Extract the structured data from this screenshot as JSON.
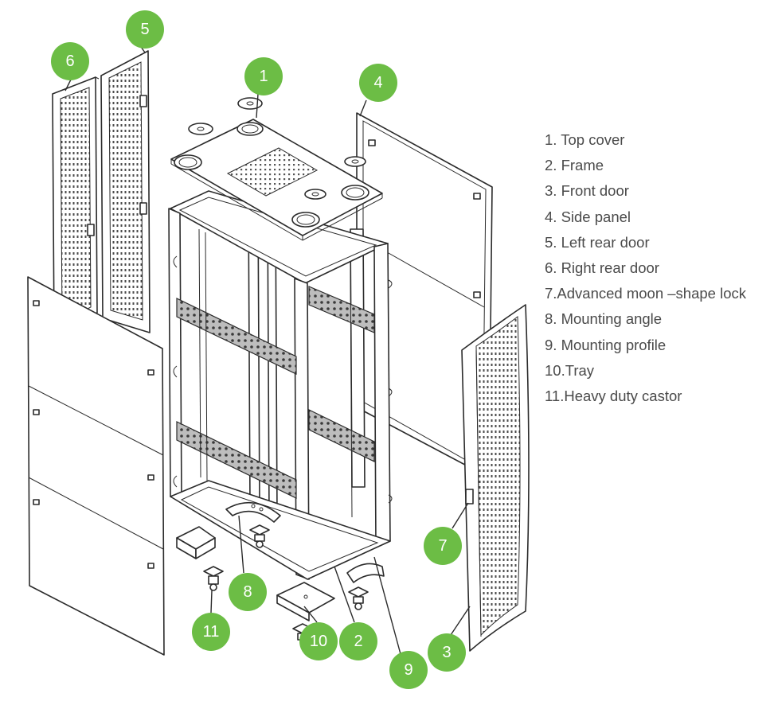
{
  "legend": [
    "1. Top cover",
    "2. Frame",
    "3. Front door",
    "4. Side panel",
    "5. Left rear door",
    "6. Right rear door",
    "7.Advanced moon –shape lock",
    "8. Mounting angle",
    "9. Mounting profile",
    "10.Tray",
    "11.Heavy duty castor"
  ],
  "callouts": [
    "1",
    "2",
    "3",
    "4",
    "5",
    "6",
    "7",
    "8",
    "9",
    "10",
    "11"
  ],
  "colors": {
    "callout_fill": "#6cbd45",
    "callout_text": "#ffffff",
    "legend_text": "#4a4a4a",
    "line_art": "#2b2b2b"
  }
}
